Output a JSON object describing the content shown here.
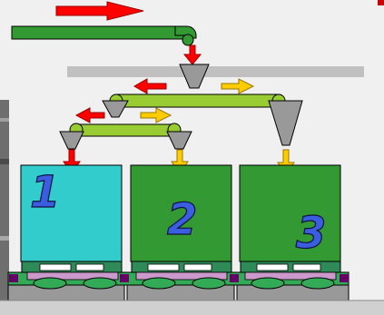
{
  "diagram": {
    "bins": [
      {
        "label": "1",
        "color": "#33cccc"
      },
      {
        "label": "2",
        "color": "#339933"
      },
      {
        "label": "3",
        "color": "#339933"
      }
    ],
    "colors": {
      "conveyor_dark": "#339933",
      "conveyor_light": "#99cc33",
      "hopper": "#999999",
      "arrow_red": "#ff0000",
      "arrow_yellow": "#ffcc00",
      "rail": "#c0c0c0",
      "base": "#999999",
      "pallet_trim": "#660066",
      "background": "#f0f0f0"
    }
  }
}
